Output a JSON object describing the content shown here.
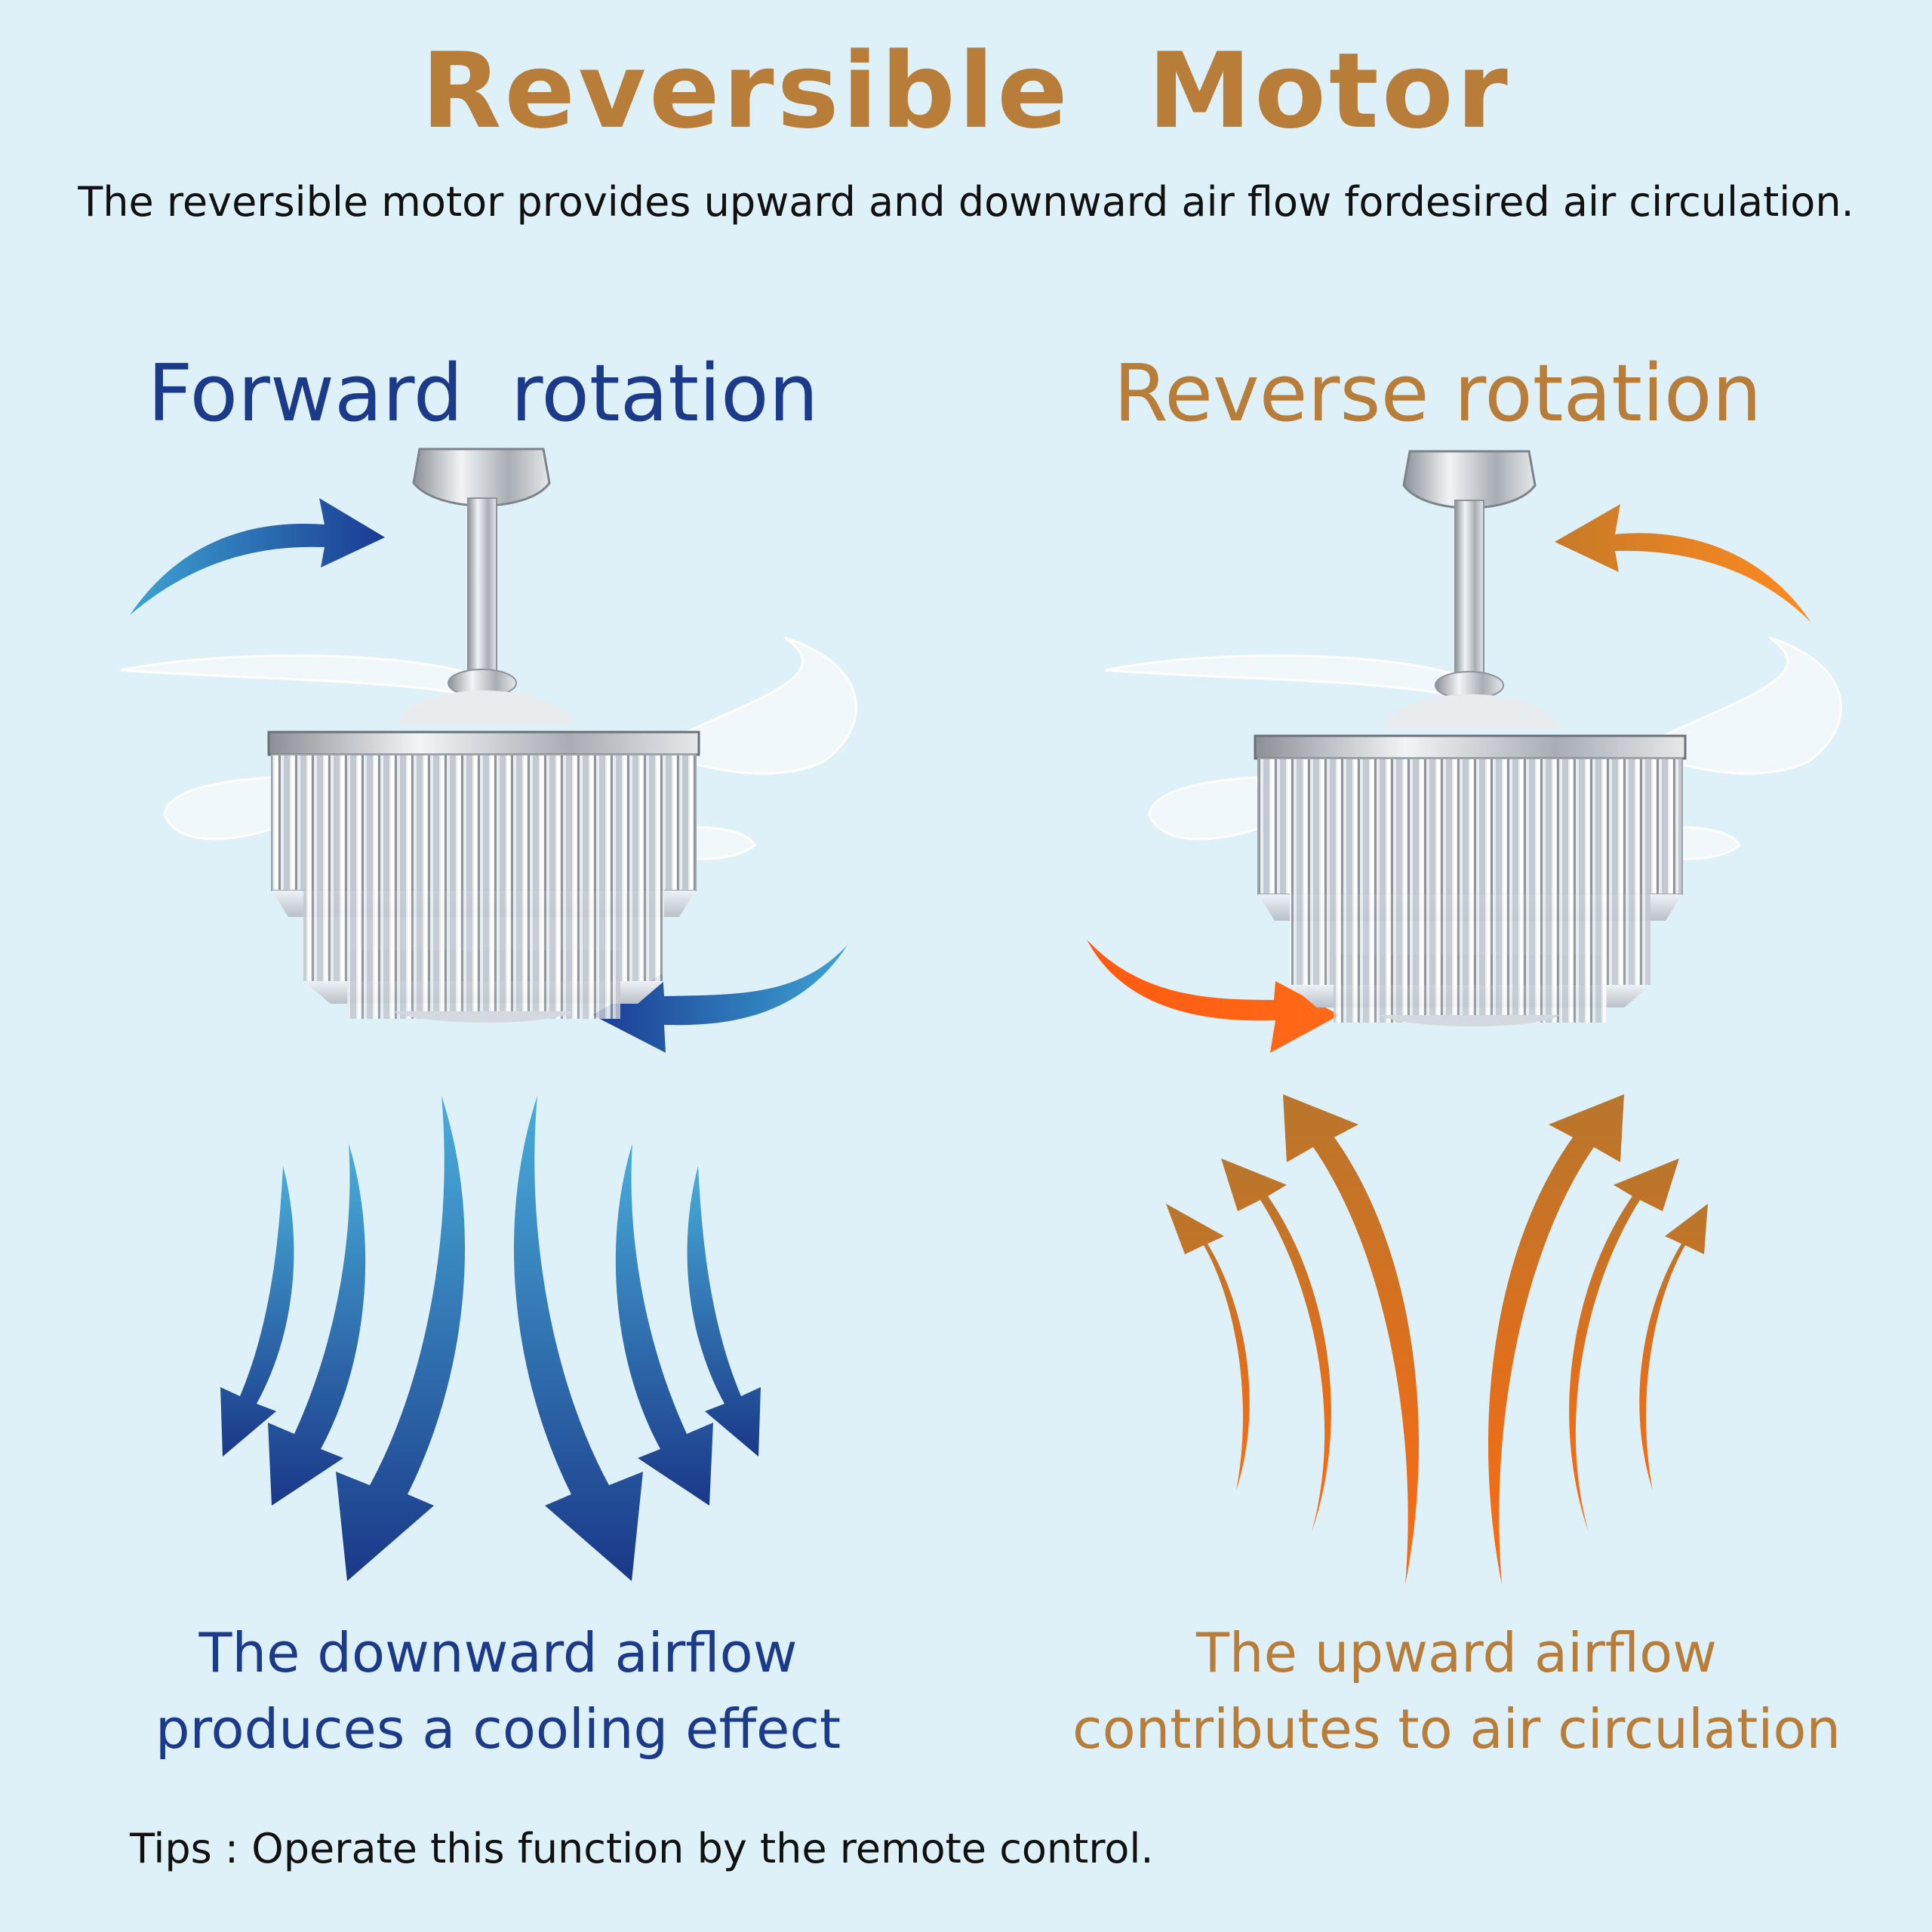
{
  "title": "Reversible Motor",
  "subtitle": "The reversible motor provides upward and downward air flow fordesired air circulation.",
  "forward": {
    "heading": "Forward rotation",
    "caption_line1": "The downward airflow",
    "caption_line2": "produces a cooling effect",
    "color": "#1c3a8a",
    "arrow_light": "#3ea3d3",
    "arrow_dark": "#1a3b93"
  },
  "reverse": {
    "heading": "Reverse rotation",
    "caption_line1": "The upward airflow",
    "caption_line2": "contributes to air circulation",
    "color": "#b97d3a",
    "arrow_light": "#ff6a10",
    "arrow_dark": "#c37a2a"
  },
  "tips": "Tips : Operate this function by the remote control."
}
